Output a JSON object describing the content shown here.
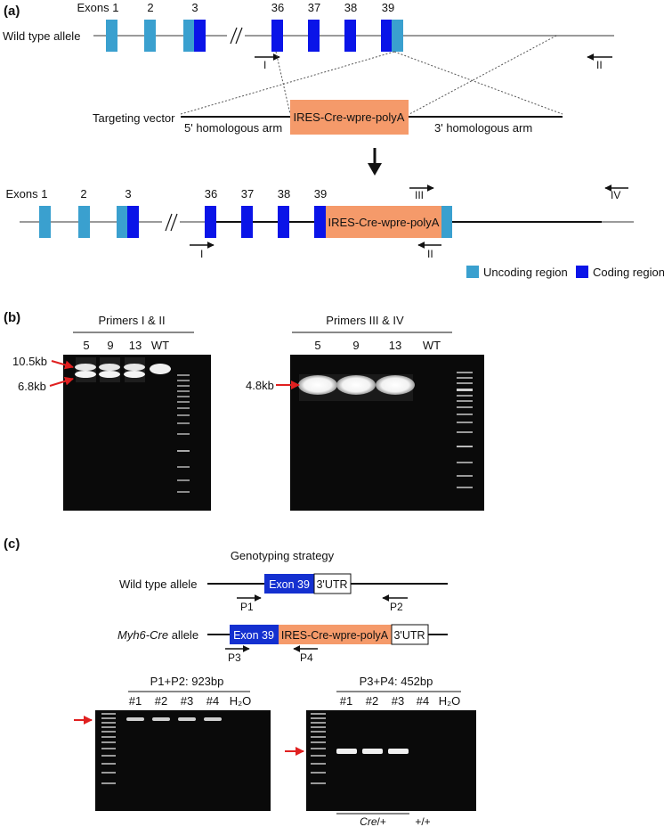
{
  "colors": {
    "uncoding": "#3aa0cf",
    "coding": "#0a14e8",
    "coding_dark": "#1430d0",
    "cassette": "#f59a6a",
    "intron_line": "#9a9a9a",
    "arm_line": "#111111",
    "arrow_red": "#e02020",
    "gel_bg": "#0a0a0a"
  },
  "panel_a": {
    "label": "(a)",
    "wt_label": "Wild type allele",
    "exon_numbers_top": [
      "Exons 1",
      "2",
      "3",
      "36",
      "37",
      "38",
      "39"
    ],
    "break_mark": "//",
    "targeting_label": "Targeting vector",
    "cassette_label": "IRES-Cre-wpre-polyA",
    "arm5_label": "5' homologous arm",
    "arm3_label": "3' homologous arm",
    "exon_numbers_bottom": [
      "Exons 1",
      "2",
      "3",
      "36",
      "37",
      "38",
      "39"
    ],
    "primers": [
      "I",
      "II",
      "III",
      "IV"
    ],
    "legend": {
      "uncoding": "Uncoding region",
      "coding": "Coding region"
    }
  },
  "panel_b": {
    "label": "(b)",
    "gel1": {
      "title": "Primers I & II",
      "lanes": [
        "5",
        "9",
        "13",
        "WT"
      ],
      "size_labels": [
        "10.5kb",
        "6.8kb"
      ]
    },
    "gel2": {
      "title": "Primers III & IV",
      "lanes": [
        "5",
        "9",
        "13",
        "WT"
      ],
      "size_labels": [
        "4.8kb"
      ]
    }
  },
  "panel_c": {
    "label": "(c)",
    "strategy_title": "Genotyping strategy",
    "wt_label": "Wild type allele",
    "cre_label_italic": "Myh6-Cre",
    "cre_label_rest": " allele",
    "exon39": "Exon 39",
    "utr": "3'UTR",
    "cassette_label": "IRES-Cre-wpre-polyA",
    "primers": [
      "P1",
      "P2",
      "P3",
      "P4"
    ],
    "gel1": {
      "title": "P1+P2: 923bp",
      "lanes": [
        "#1",
        "#2",
        "#3",
        "#4",
        "H₂O"
      ]
    },
    "gel2": {
      "title": "P3+P4: 452bp",
      "lanes": [
        "#1",
        "#2",
        "#3",
        "#4",
        "H₂O"
      ],
      "genotype_cre": "Cre",
      "genotype_cre_rest": "/+",
      "genotype_wt": "+/+"
    }
  }
}
